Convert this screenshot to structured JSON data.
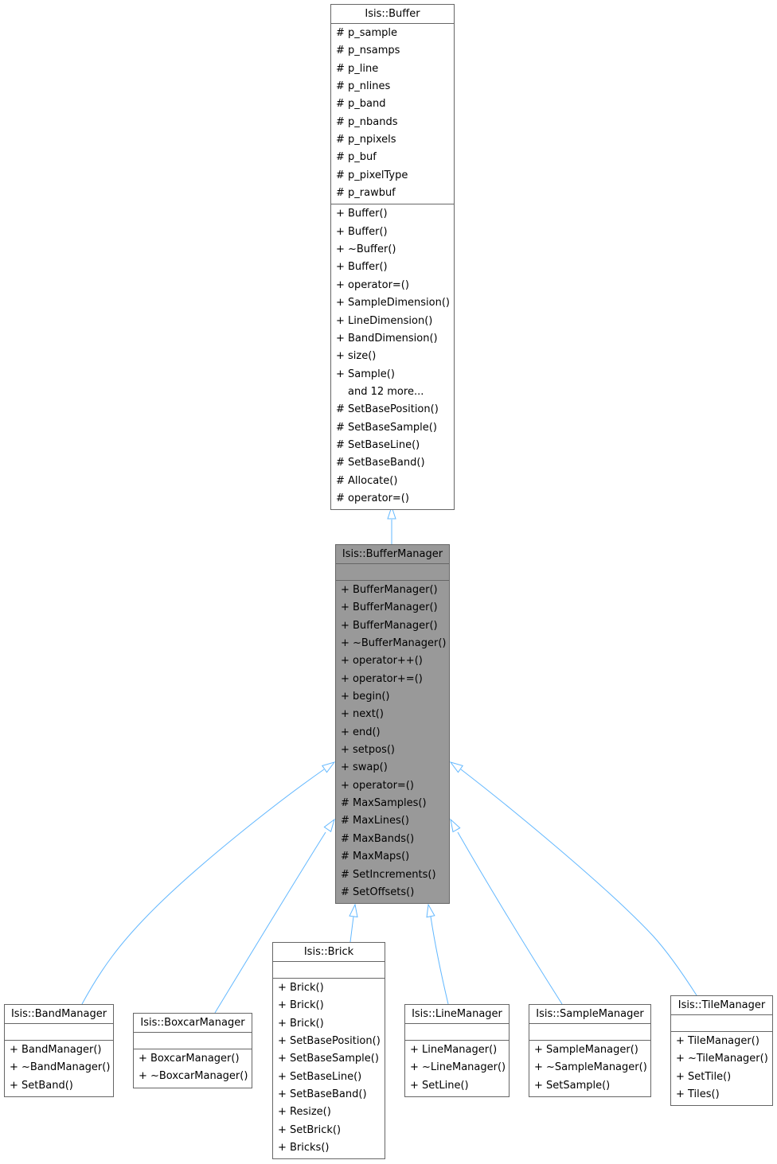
{
  "colors": {
    "edge": "#63b8ff",
    "border": "#666666",
    "focus_fill": "#999999",
    "node_fill": "#ffffff"
  },
  "classes": [
    {
      "id": "buffer",
      "name": "Isis::Buffer",
      "focus": false,
      "attributes": [
        {
          "v": "#",
          "n": "p_sample"
        },
        {
          "v": "#",
          "n": "p_nsamps"
        },
        {
          "v": "#",
          "n": "p_line"
        },
        {
          "v": "#",
          "n": "p_nlines"
        },
        {
          "v": "#",
          "n": "p_band"
        },
        {
          "v": "#",
          "n": "p_nbands"
        },
        {
          "v": "#",
          "n": "p_npixels"
        },
        {
          "v": "#",
          "n": "p_buf"
        },
        {
          "v": "#",
          "n": "p_pixelType"
        },
        {
          "v": "#",
          "n": "p_rawbuf"
        }
      ],
      "methods": [
        {
          "v": "+",
          "n": "Buffer()"
        },
        {
          "v": "+",
          "n": "Buffer()"
        },
        {
          "v": "+",
          "n": "~Buffer()"
        },
        {
          "v": "+",
          "n": "Buffer()"
        },
        {
          "v": "+",
          "n": "operator=()"
        },
        {
          "v": "+",
          "n": "SampleDimension()"
        },
        {
          "v": "+",
          "n": "LineDimension()"
        },
        {
          "v": "+",
          "n": "BandDimension()"
        },
        {
          "v": "+",
          "n": "size()"
        },
        {
          "v": "+",
          "n": "Sample()"
        },
        {
          "v": "",
          "n": "and 12 more..."
        },
        {
          "v": "#",
          "n": "SetBasePosition()"
        },
        {
          "v": "#",
          "n": "SetBaseSample()"
        },
        {
          "v": "#",
          "n": "SetBaseLine()"
        },
        {
          "v": "#",
          "n": "SetBaseBand()"
        },
        {
          "v": "#",
          "n": "Allocate()"
        },
        {
          "v": "#",
          "n": "operator=()"
        }
      ]
    },
    {
      "id": "buffer-manager",
      "name": "Isis::BufferManager",
      "focus": true,
      "attributes": [],
      "methods": [
        {
          "v": "+",
          "n": "BufferManager()"
        },
        {
          "v": "+",
          "n": "BufferManager()"
        },
        {
          "v": "+",
          "n": "BufferManager()"
        },
        {
          "v": "+",
          "n": "~BufferManager()"
        },
        {
          "v": "+",
          "n": "operator++()"
        },
        {
          "v": "+",
          "n": "operator+=()"
        },
        {
          "v": "+",
          "n": "begin()"
        },
        {
          "v": "+",
          "n": "next()"
        },
        {
          "v": "+",
          "n": "end()"
        },
        {
          "v": "+",
          "n": "setpos()"
        },
        {
          "v": "+",
          "n": "swap()"
        },
        {
          "v": "+",
          "n": "operator=()"
        },
        {
          "v": "#",
          "n": "MaxSamples()"
        },
        {
          "v": "#",
          "n": "MaxLines()"
        },
        {
          "v": "#",
          "n": "MaxBands()"
        },
        {
          "v": "#",
          "n": "MaxMaps()"
        },
        {
          "v": "#",
          "n": "SetIncrements()"
        },
        {
          "v": "#",
          "n": "SetOffsets()"
        }
      ]
    },
    {
      "id": "band-manager",
      "name": "Isis::BandManager",
      "focus": false,
      "attributes": [],
      "methods": [
        {
          "v": "+",
          "n": "BandManager()"
        },
        {
          "v": "+",
          "n": "~BandManager()"
        },
        {
          "v": "+",
          "n": "SetBand()"
        }
      ]
    },
    {
      "id": "boxcar-manager",
      "name": "Isis::BoxcarManager",
      "focus": false,
      "attributes": [],
      "methods": [
        {
          "v": "+",
          "n": "BoxcarManager()"
        },
        {
          "v": "+",
          "n": "~BoxcarManager()"
        }
      ]
    },
    {
      "id": "brick",
      "name": "Isis::Brick",
      "focus": false,
      "attributes": [],
      "methods": [
        {
          "v": "+",
          "n": "Brick()"
        },
        {
          "v": "+",
          "n": "Brick()"
        },
        {
          "v": "+",
          "n": "Brick()"
        },
        {
          "v": "+",
          "n": "SetBasePosition()"
        },
        {
          "v": "+",
          "n": "SetBaseSample()"
        },
        {
          "v": "+",
          "n": "SetBaseLine()"
        },
        {
          "v": "+",
          "n": "SetBaseBand()"
        },
        {
          "v": "+",
          "n": "Resize()"
        },
        {
          "v": "+",
          "n": "SetBrick()"
        },
        {
          "v": "+",
          "n": "Bricks()"
        }
      ]
    },
    {
      "id": "line-manager",
      "name": "Isis::LineManager",
      "focus": false,
      "attributes": [],
      "methods": [
        {
          "v": "+",
          "n": "LineManager()"
        },
        {
          "v": "+",
          "n": "~LineManager()"
        },
        {
          "v": "+",
          "n": "SetLine()"
        }
      ]
    },
    {
      "id": "sample-manager",
      "name": "Isis::SampleManager",
      "focus": false,
      "attributes": [],
      "methods": [
        {
          "v": "+",
          "n": "SampleManager()"
        },
        {
          "v": "+",
          "n": "~SampleManager()"
        },
        {
          "v": "+",
          "n": "SetSample()"
        }
      ]
    },
    {
      "id": "tile-manager",
      "name": "Isis::TileManager",
      "focus": false,
      "attributes": [],
      "methods": [
        {
          "v": "+",
          "n": "TileManager()"
        },
        {
          "v": "+",
          "n": "~TileManager()"
        },
        {
          "v": "+",
          "n": "SetTile()"
        },
        {
          "v": "+",
          "n": "Tiles()"
        }
      ]
    }
  ],
  "inheritance": [
    {
      "child": "buffer-manager",
      "parent": "buffer"
    },
    {
      "child": "band-manager",
      "parent": "buffer-manager"
    },
    {
      "child": "boxcar-manager",
      "parent": "buffer-manager"
    },
    {
      "child": "brick",
      "parent": "buffer-manager"
    },
    {
      "child": "line-manager",
      "parent": "buffer-manager"
    },
    {
      "child": "sample-manager",
      "parent": "buffer-manager"
    },
    {
      "child": "tile-manager",
      "parent": "buffer-manager"
    }
  ]
}
